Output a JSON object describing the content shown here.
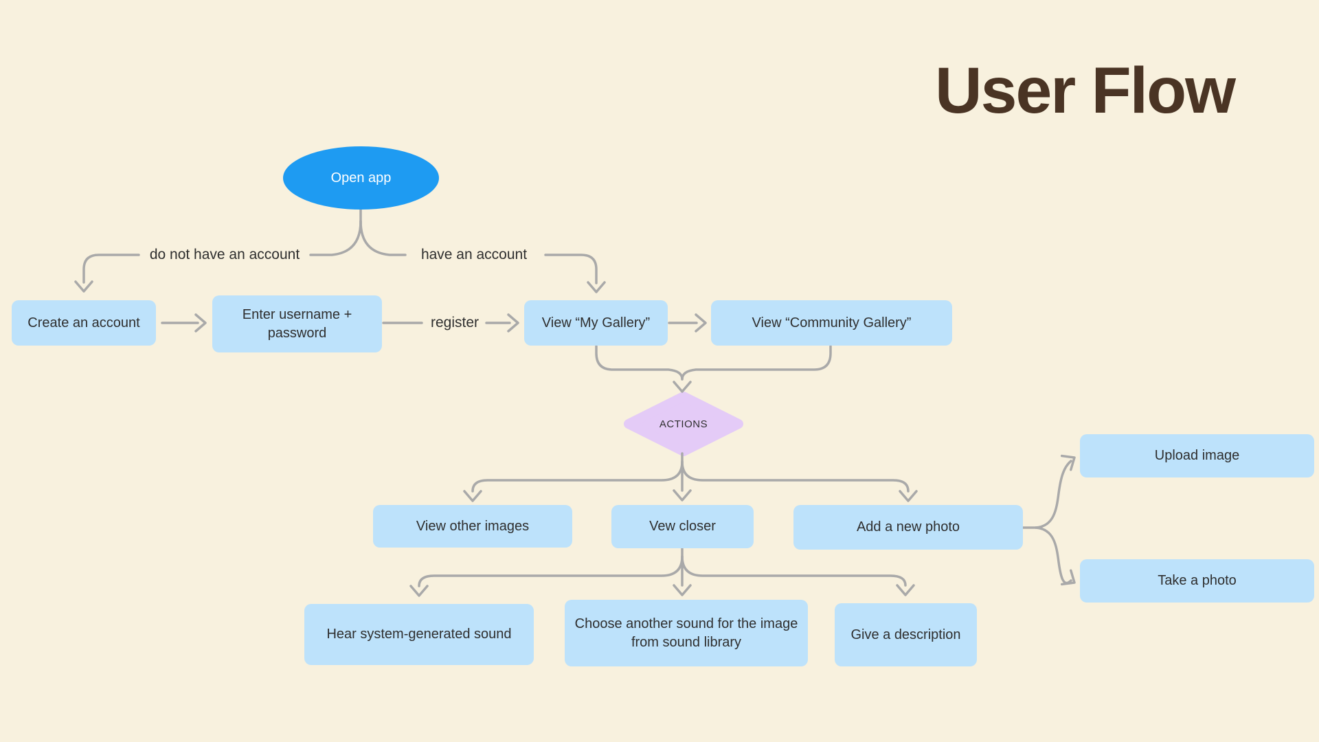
{
  "title": "User Flow",
  "colors": {
    "background": "#F8F1DE",
    "terminator_fill": "#1E9BF2",
    "process_fill": "#BDE2FB",
    "decision_fill": "#E4CBF7",
    "connector": "#A9A9A9",
    "title_text": "#4A3424",
    "node_text": "#2e2e2e"
  },
  "nodes": {
    "open_app": {
      "label": "Open app",
      "type": "terminator"
    },
    "create_account": {
      "label": "Create an account",
      "type": "process"
    },
    "enter_credentials": {
      "label": "Enter username + password",
      "type": "process"
    },
    "my_gallery": {
      "label": "View “My Gallery”",
      "type": "process"
    },
    "community_gallery": {
      "label": "View “Community Gallery”",
      "type": "process"
    },
    "actions": {
      "label": "ACTIONS",
      "type": "decision"
    },
    "view_other_images": {
      "label": "View other images",
      "type": "process"
    },
    "vew_closer": {
      "label": "Vew closer",
      "type": "process"
    },
    "add_new_photo": {
      "label": "Add a new photo",
      "type": "process"
    },
    "upload_image": {
      "label": "Upload image",
      "type": "process"
    },
    "take_photo": {
      "label": "Take a photo",
      "type": "process"
    },
    "hear_sound": {
      "label": "Hear system-generated sound",
      "type": "process"
    },
    "choose_sound": {
      "label": "Choose another sound for the image from sound library",
      "type": "process"
    },
    "give_description": {
      "label": "Give a description",
      "type": "process"
    }
  },
  "edge_labels": {
    "no_account": "do not have an account",
    "has_account": "have an account",
    "register": "register"
  }
}
